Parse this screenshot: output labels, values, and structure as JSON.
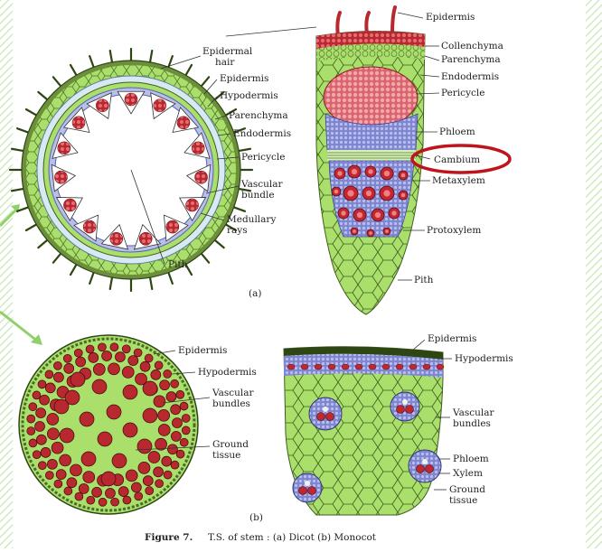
{
  "figure": {
    "caption_bold": "Figure 7.",
    "caption_text": "T.S. of stem : (a) Dicot (b) Monocot",
    "panel_a_letter": "(a)",
    "panel_b_letter": "(b)"
  },
  "dicot_whole_labels": {
    "epidermal_hair_1": "Epidermal",
    "epidermal_hair_2": "hair",
    "epidermis": "Epidermis",
    "hypodermis": "Hypodermis",
    "parenchyma": "Parenchyma",
    "endodermis": "Endodermis",
    "pericycle": "Pericycle",
    "vascular_bundle_1": "Vascular",
    "vascular_bundle_2": "bundle",
    "medullary_rays_1": "Medullary",
    "medullary_rays_2": "rays",
    "pith": "Pith"
  },
  "dicot_sector_labels": {
    "epidermis": "Epidermis",
    "collenchyma": "Collenchyma",
    "parenchyma": "Parenchyma",
    "endodermis": "Endodermis",
    "pericycle": "Pericycle",
    "phloem": "Phloem",
    "cambium": "Cambium",
    "metaxylem": "Metaxylem",
    "protoxylem": "Protoxylem",
    "pith": "Pith"
  },
  "monocot_whole_labels": {
    "epidermis": "Epidermis",
    "hypodermis": "Hypodermis",
    "vascular_bundles_1": "Vascular",
    "vascular_bundles_2": "bundles",
    "ground_tissue_1": "Ground",
    "ground_tissue_2": "tissue"
  },
  "monocot_sector_labels": {
    "epidermis": "Epidermis",
    "hypodermis": "Hypodermis",
    "vascular_bundles_1": "Vascular",
    "vascular_bundles_2": "bundles",
    "phloem": "Phloem",
    "xylem": "Xylem",
    "ground_tissue_1": "Ground",
    "ground_tissue_2": "tissue"
  },
  "colors": {
    "border": "#b9e0a8",
    "arrow": "#8fd06a",
    "highlight": "#c0141c",
    "tissue_green": "#a9df6a",
    "tissue_red": "#b8282f",
    "tissue_pink": "#e9898f",
    "tissue_blue": "#8b8fd4"
  }
}
